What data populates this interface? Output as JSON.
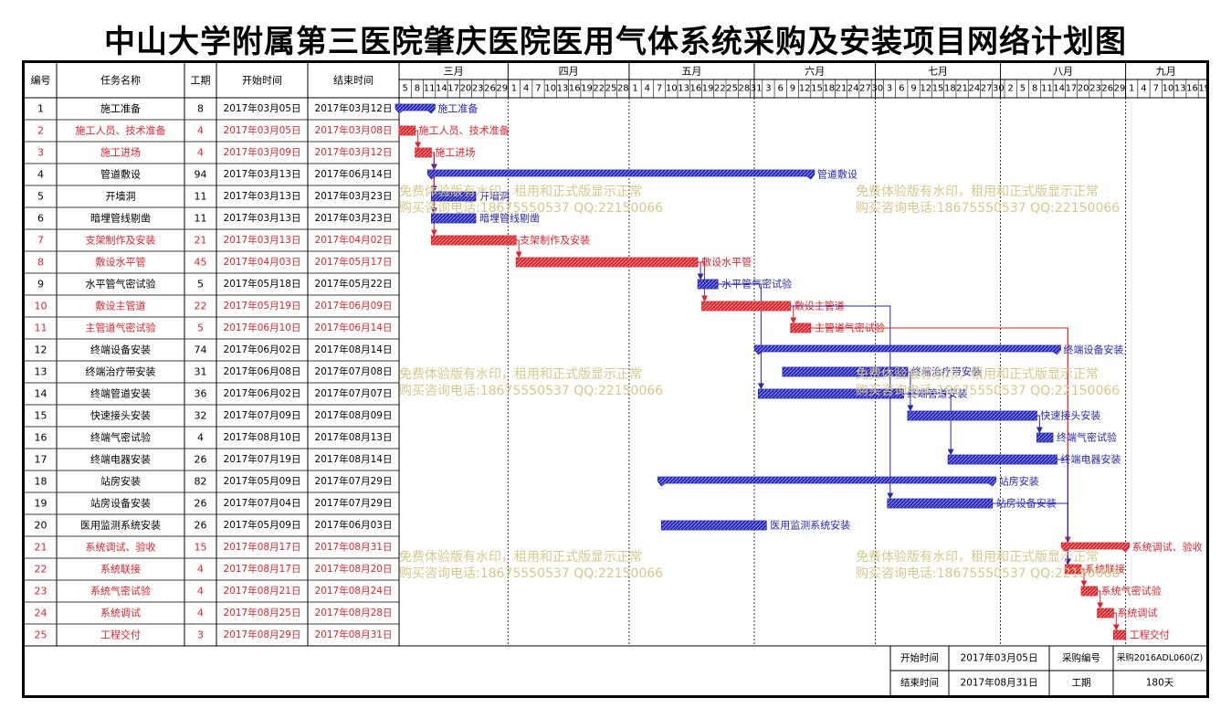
{
  "title": "中山大学附属第三医院肇庆医院医用气体系统采购及安装项目网络计划图",
  "table_headers": {
    "id": "编号",
    "name": "任务名称",
    "duration": "工期",
    "start": "开始时间",
    "end": "结束时间"
  },
  "months": [
    "三月",
    "四月",
    "五月",
    "六月",
    "七月",
    "八月",
    "九月"
  ],
  "day_ticks": [
    {
      "month": 3,
      "days": [
        5,
        8,
        11,
        14,
        17,
        20,
        23,
        26,
        29
      ]
    },
    {
      "month": 4,
      "days": [
        1,
        4,
        7,
        10,
        13,
        16,
        19,
        22,
        25,
        28
      ]
    },
    {
      "month": 5,
      "days": [
        1,
        4,
        7,
        10,
        13,
        16,
        19,
        22,
        25,
        28,
        31
      ]
    },
    {
      "month": 6,
      "days": [
        3,
        6,
        9,
        12,
        15,
        18,
        21,
        24,
        27,
        30
      ]
    },
    {
      "month": 7,
      "days": [
        3,
        6,
        9,
        12,
        15,
        18,
        21,
        24,
        27,
        30
      ]
    },
    {
      "month": 8,
      "days": [
        2,
        5,
        8,
        11,
        14,
        17,
        20,
        23,
        26,
        29
      ]
    },
    {
      "month": 9,
      "days": [
        1,
        4,
        7,
        10,
        13,
        16,
        19
      ]
    }
  ],
  "colors": {
    "critical": "#e0232b",
    "normal": "#2626b8",
    "watermark": "#d8c88a"
  },
  "watermark": {
    "line1": "免费体验版有水印，租用和正式版显示正常",
    "line2": "购买咨询电话:18675550537 QQ:22150066"
  },
  "footer": {
    "start_label": "开始时间",
    "start_value": "2017年03月05日",
    "end_label": "结束时间",
    "end_value": "2017年08月31日",
    "code_label": "采购编号",
    "code_value": "采购2016ADL060(Z)",
    "duration_label": "工期",
    "duration_value": "180天"
  },
  "chart_data": {
    "type": "gantt",
    "x_range": [
      "2017-03-05",
      "2017-09-20"
    ],
    "tasks": [
      {
        "id": 1,
        "name": "施工准备",
        "duration": 8,
        "start": "2017年03月05日",
        "end": "2017年03月12日",
        "critical": false,
        "summary": true,
        "bar_label": "施工准备",
        "preds": []
      },
      {
        "id": 2,
        "name": "施工人员、技术准备",
        "duration": 4,
        "start": "2017年03月05日",
        "end": "2017年03月08日",
        "critical": true,
        "summary": false,
        "bar_label": "施工人员、技术准备",
        "preds": []
      },
      {
        "id": 3,
        "name": "施工进场",
        "duration": 4,
        "start": "2017年03月09日",
        "end": "2017年03月12日",
        "critical": true,
        "summary": false,
        "bar_label": "施工进场",
        "preds": [
          2
        ]
      },
      {
        "id": 4,
        "name": "管道敷设",
        "duration": 94,
        "start": "2017年03月13日",
        "end": "2017年06月14日",
        "critical": false,
        "summary": true,
        "bar_label": "管道敷设",
        "preds": [
          3
        ]
      },
      {
        "id": 5,
        "name": "开墙洞",
        "duration": 11,
        "start": "2017年03月13日",
        "end": "2017年03月23日",
        "critical": false,
        "summary": false,
        "bar_label": "开墙洞",
        "preds": [
          3
        ]
      },
      {
        "id": 6,
        "name": "暗埋管线剔凿",
        "duration": 11,
        "start": "2017年03月13日",
        "end": "2017年03月23日",
        "critical": false,
        "summary": false,
        "bar_label": "暗埋管线剔凿",
        "preds": [
          3
        ]
      },
      {
        "id": 7,
        "name": "支架制作及安装",
        "duration": 21,
        "start": "2017年03月13日",
        "end": "2017年04月02日",
        "critical": true,
        "summary": false,
        "bar_label": "支架制作及安装",
        "preds": [
          3
        ]
      },
      {
        "id": 8,
        "name": "敷设水平管",
        "duration": 45,
        "start": "2017年04月03日",
        "end": "2017年05月17日",
        "critical": true,
        "summary": false,
        "bar_label": "敷设水平管",
        "preds": [
          7
        ]
      },
      {
        "id": 9,
        "name": "水平管气密试验",
        "duration": 5,
        "start": "2017年05月18日",
        "end": "2017年05月22日",
        "critical": false,
        "summary": false,
        "bar_label": "水平管气密试验",
        "preds": [
          8
        ]
      },
      {
        "id": 10,
        "name": "敷设主管道",
        "duration": 22,
        "start": "2017年05月19日",
        "end": "2017年06月09日",
        "critical": true,
        "summary": false,
        "bar_label": "敷设主管道",
        "preds": [
          8
        ]
      },
      {
        "id": 11,
        "name": "主管道气密试验",
        "duration": 5,
        "start": "2017年06月10日",
        "end": "2017年06月14日",
        "critical": true,
        "summary": false,
        "bar_label": "主管道气密试验",
        "preds": [
          10
        ]
      },
      {
        "id": 12,
        "name": "终端设备安装",
        "duration": 74,
        "start": "2017年06月02日",
        "end": "2017年08月14日",
        "critical": false,
        "summary": true,
        "bar_label": "终端设备安装",
        "preds": []
      },
      {
        "id": 13,
        "name": "终端治疗带安装",
        "duration": 31,
        "start": "2017年06月08日",
        "end": "2017年07月08日",
        "critical": false,
        "summary": false,
        "bar_label": "终端治疗带安装",
        "preds": []
      },
      {
        "id": 14,
        "name": "终端管道安装",
        "duration": 36,
        "start": "2017年06月02日",
        "end": "2017年07月07日",
        "critical": false,
        "summary": false,
        "bar_label": "终端管道安装",
        "preds": [
          9
        ]
      },
      {
        "id": 15,
        "name": "快速接头安装",
        "duration": 32,
        "start": "2017年07月09日",
        "end": "2017年08月09日",
        "critical": false,
        "summary": false,
        "bar_label": "快速接头安装",
        "preds": [
          13
        ]
      },
      {
        "id": 16,
        "name": "终端气密试验",
        "duration": 4,
        "start": "2017年08月10日",
        "end": "2017年08月13日",
        "critical": false,
        "summary": false,
        "bar_label": "终端气密试验",
        "preds": [
          15
        ]
      },
      {
        "id": 17,
        "name": "终端电器安装",
        "duration": 26,
        "start": "2017年07月19日",
        "end": "2017年08月14日",
        "critical": false,
        "summary": false,
        "bar_label": "终端电器安装",
        "preds": [
          14
        ]
      },
      {
        "id": 18,
        "name": "站房安装",
        "duration": 82,
        "start": "2017年05月09日",
        "end": "2017年07月29日",
        "critical": false,
        "summary": true,
        "bar_label": "站房安装",
        "preds": []
      },
      {
        "id": 19,
        "name": "站房设备安装",
        "duration": 26,
        "start": "2017年07月04日",
        "end": "2017年07月29日",
        "critical": false,
        "summary": false,
        "bar_label": "站房设备安装",
        "preds": [
          10
        ]
      },
      {
        "id": 20,
        "name": "医用监测系统安装",
        "duration": 26,
        "start": "2017年05月09日",
        "end": "2017年06月03日",
        "critical": false,
        "summary": false,
        "bar_label": "医用监测系统安装",
        "preds": []
      },
      {
        "id": 21,
        "name": "系统调试、验收",
        "duration": 15,
        "start": "2017年08月17日",
        "end": "2017年08月31日",
        "critical": true,
        "summary": true,
        "bar_label": "系统调试、验收",
        "preds": [
          11
        ]
      },
      {
        "id": 22,
        "name": "系统联接",
        "duration": 4,
        "start": "2017年08月17日",
        "end": "2017年08月20日",
        "critical": true,
        "summary": false,
        "bar_label": "系统联接",
        "preds": [
          11,
          17,
          19
        ]
      },
      {
        "id": 23,
        "name": "系统气密试验",
        "duration": 4,
        "start": "2017年08月21日",
        "end": "2017年08月24日",
        "critical": true,
        "summary": false,
        "bar_label": "系统气密试验",
        "preds": [
          22
        ]
      },
      {
        "id": 24,
        "name": "系统调试",
        "duration": 4,
        "start": "2017年08月25日",
        "end": "2017年08月28日",
        "critical": true,
        "summary": false,
        "bar_label": "系统调试",
        "preds": [
          23
        ]
      },
      {
        "id": 25,
        "name": "工程交付",
        "duration": 3,
        "start": "2017年08月29日",
        "end": "2017年08月31日",
        "critical": true,
        "summary": false,
        "bar_label": "工程交付",
        "preds": [
          24
        ]
      }
    ]
  }
}
